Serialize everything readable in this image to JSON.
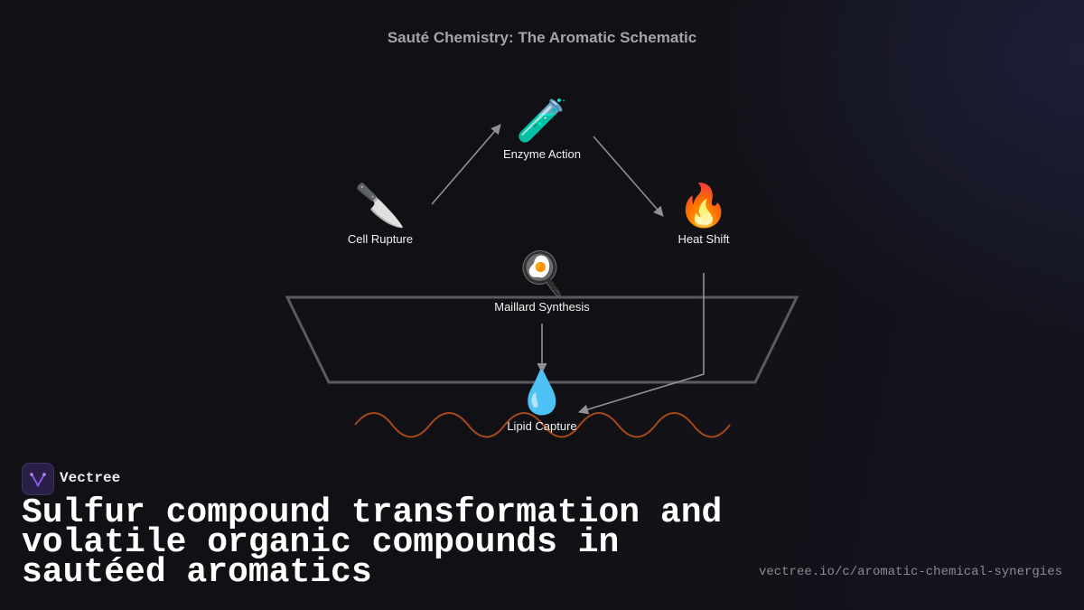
{
  "diagram": {
    "title": "Sauté Chemistry: The Aromatic Schematic",
    "nodes": {
      "enzyme": {
        "label": "Enzyme Action",
        "icon": "test-tube-icon",
        "glyph": "🧪"
      },
      "cell": {
        "label": "Cell Rupture",
        "icon": "knife-icon",
        "glyph": "🔪"
      },
      "heat": {
        "label": "Heat Shift",
        "icon": "fire-icon",
        "glyph": "🔥"
      },
      "maillard": {
        "label": "Maillard Synthesis",
        "icon": "frying-pan-egg-icon",
        "glyph": "🍳"
      },
      "lipid": {
        "label": "Lipid Capture",
        "icon": "droplet-icon",
        "glyph": "💧"
      }
    },
    "edges": [
      {
        "from": "Cell Rupture",
        "to": "Enzyme Action"
      },
      {
        "from": "Enzyme Action",
        "to": "Heat Shift"
      },
      {
        "from": "Maillard Synthesis",
        "to": "Lipid Capture"
      },
      {
        "from": "Heat Shift",
        "to": "Lipid Capture"
      }
    ],
    "colors": {
      "edge": "#8f8f94",
      "pan": "#5a5a5f",
      "oil_wave": "#a4481c"
    }
  },
  "brand": {
    "name": "Vectree",
    "logo_icon": "vectree-logo-icon",
    "logo_color": "#8b5cf6"
  },
  "headline": "Sulfur compound transformation and volatile organic compounds in sautéed aromatics",
  "url": "vectree.io/c/aromatic-chemical-synergies"
}
